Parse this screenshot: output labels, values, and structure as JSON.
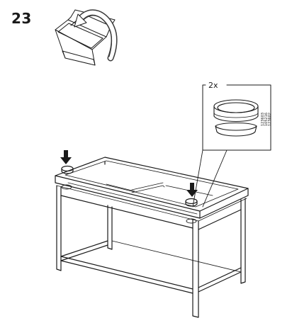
{
  "step": {
    "number": "23"
  },
  "detail_callout": {
    "quantity": "2x",
    "part_codes": [
      "123603",
      "105216",
      "123602"
    ]
  },
  "icons": {
    "flip": "rotate-flip-icon",
    "arrow_left": "down-arrow-icon",
    "arrow_right": "down-arrow-icon",
    "cap": "leg-cap-icon",
    "desk": "desk-illustration"
  },
  "colors": {
    "line": "#1a1a1a",
    "background": "#ffffff",
    "flip_arrow": "#3a3a3a"
  }
}
